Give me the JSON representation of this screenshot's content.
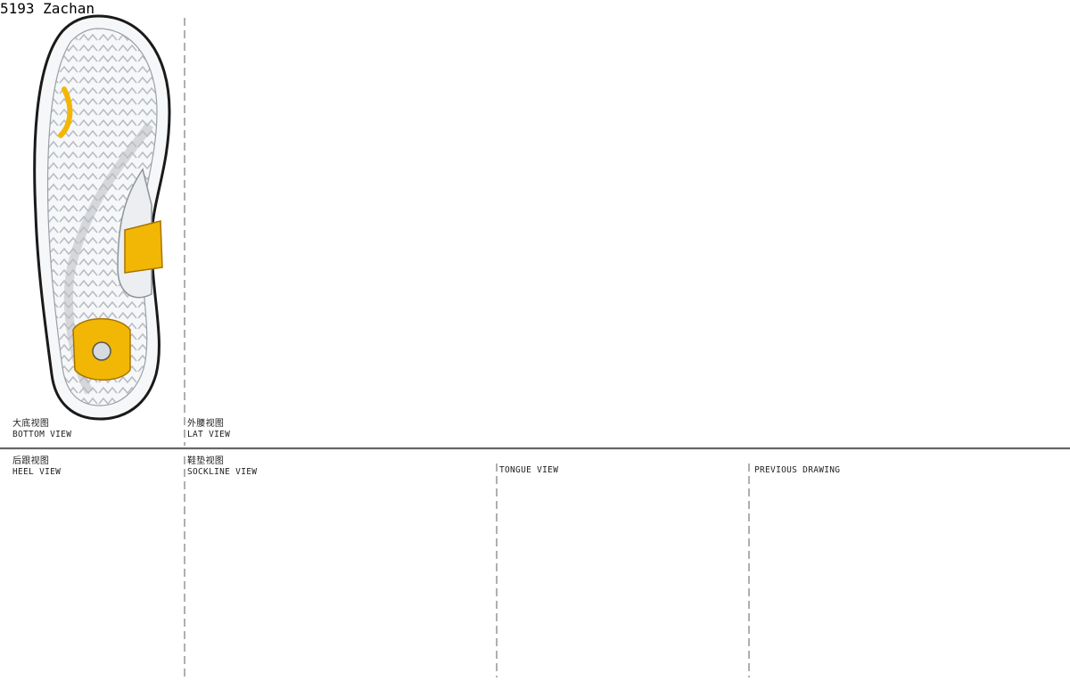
{
  "colors": {
    "accent_yellow": "#f2b705",
    "accent_yellow_dark": "#c98a00",
    "outline": "#1a1a1a",
    "sockliner_gray": "#9b9b9b",
    "outsole_orange": "#e8652a",
    "panel_gray": "#d9dde3"
  },
  "views": {
    "bottom": {
      "label_zh": "大底视图",
      "label_en": "BOTTOM VIEW"
    },
    "lateral": {
      "label_zh": "外腰视图",
      "label_en": "LAT VIEW",
      "heel_text": "5193 Zachan"
    },
    "heel": {
      "label_zh": "后跟视图",
      "label_en": "HEEL VIEW"
    },
    "sockliner": {
      "label_zh": "鞋垫视图",
      "label_en": "SOCKLINE VIEW"
    },
    "tongue": {
      "label_en": "TONGUE VIEW"
    },
    "previous": {
      "label_en": "PREVIOUS DRAWING"
    }
  },
  "icons": {
    "brand_logo": "brand-swoosh-icon"
  }
}
